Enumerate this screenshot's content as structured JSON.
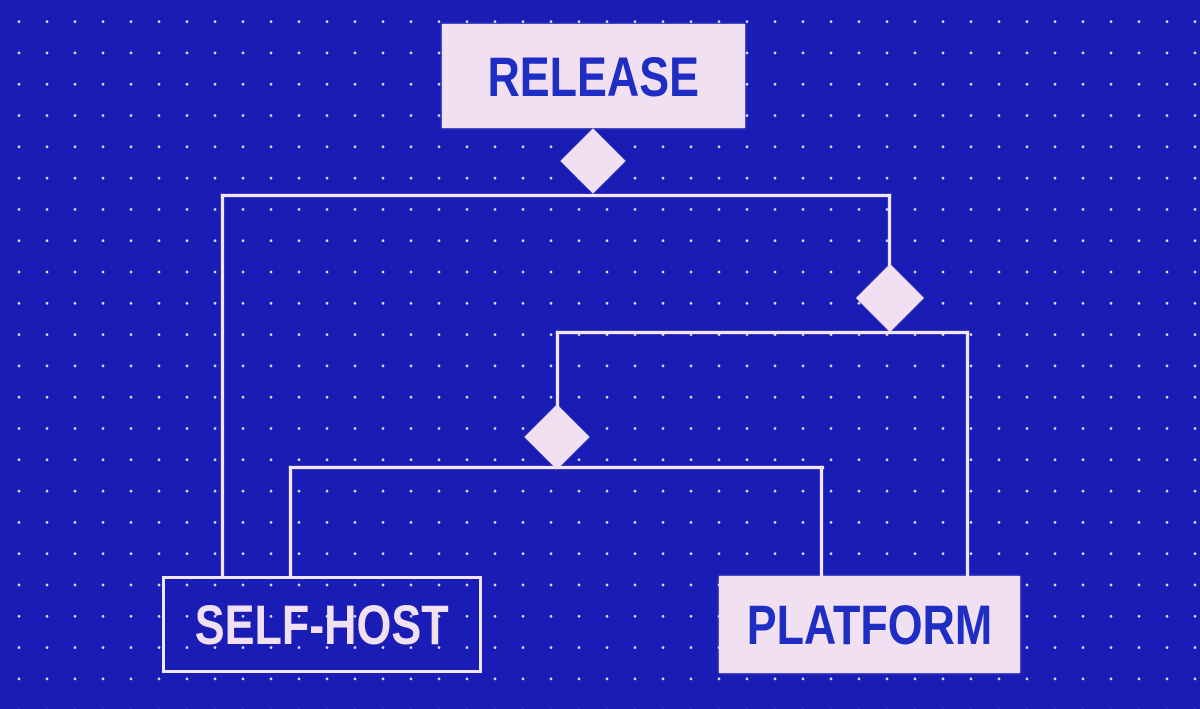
{
  "diagram": {
    "type": "flowchart",
    "nodes": [
      {
        "id": "release",
        "label": "RELEASE",
        "variant": "filled",
        "role": "root"
      },
      {
        "id": "self-host",
        "label": "SELF-HOST",
        "variant": "outlined",
        "role": "leaf"
      },
      {
        "id": "platform",
        "label": "PLATFORM",
        "variant": "filled",
        "role": "leaf"
      }
    ],
    "decisions": [
      {
        "id": "decision-1",
        "attached_to": "release"
      },
      {
        "id": "decision-2",
        "attached_to": "decision-1-right-branch"
      },
      {
        "id": "decision-3",
        "attached_to": "decision-2-left-branch"
      }
    ],
    "edges": [
      {
        "from": "release",
        "to": "decision-1"
      },
      {
        "from": "decision-1",
        "to": "self-host"
      },
      {
        "from": "decision-1",
        "to": "decision-2"
      },
      {
        "from": "decision-2",
        "to": "decision-3"
      },
      {
        "from": "decision-2",
        "to": "platform"
      },
      {
        "from": "decision-3",
        "to": "self-host"
      },
      {
        "from": "decision-3",
        "to": "platform"
      }
    ]
  },
  "colors": {
    "bg_blue": "#1A1DB5",
    "ink_pink": "#F1E0F2",
    "text_blue": "#1E2DC2",
    "line_pink": "#F2E6F3",
    "dot_white": "#FFFFFF"
  }
}
